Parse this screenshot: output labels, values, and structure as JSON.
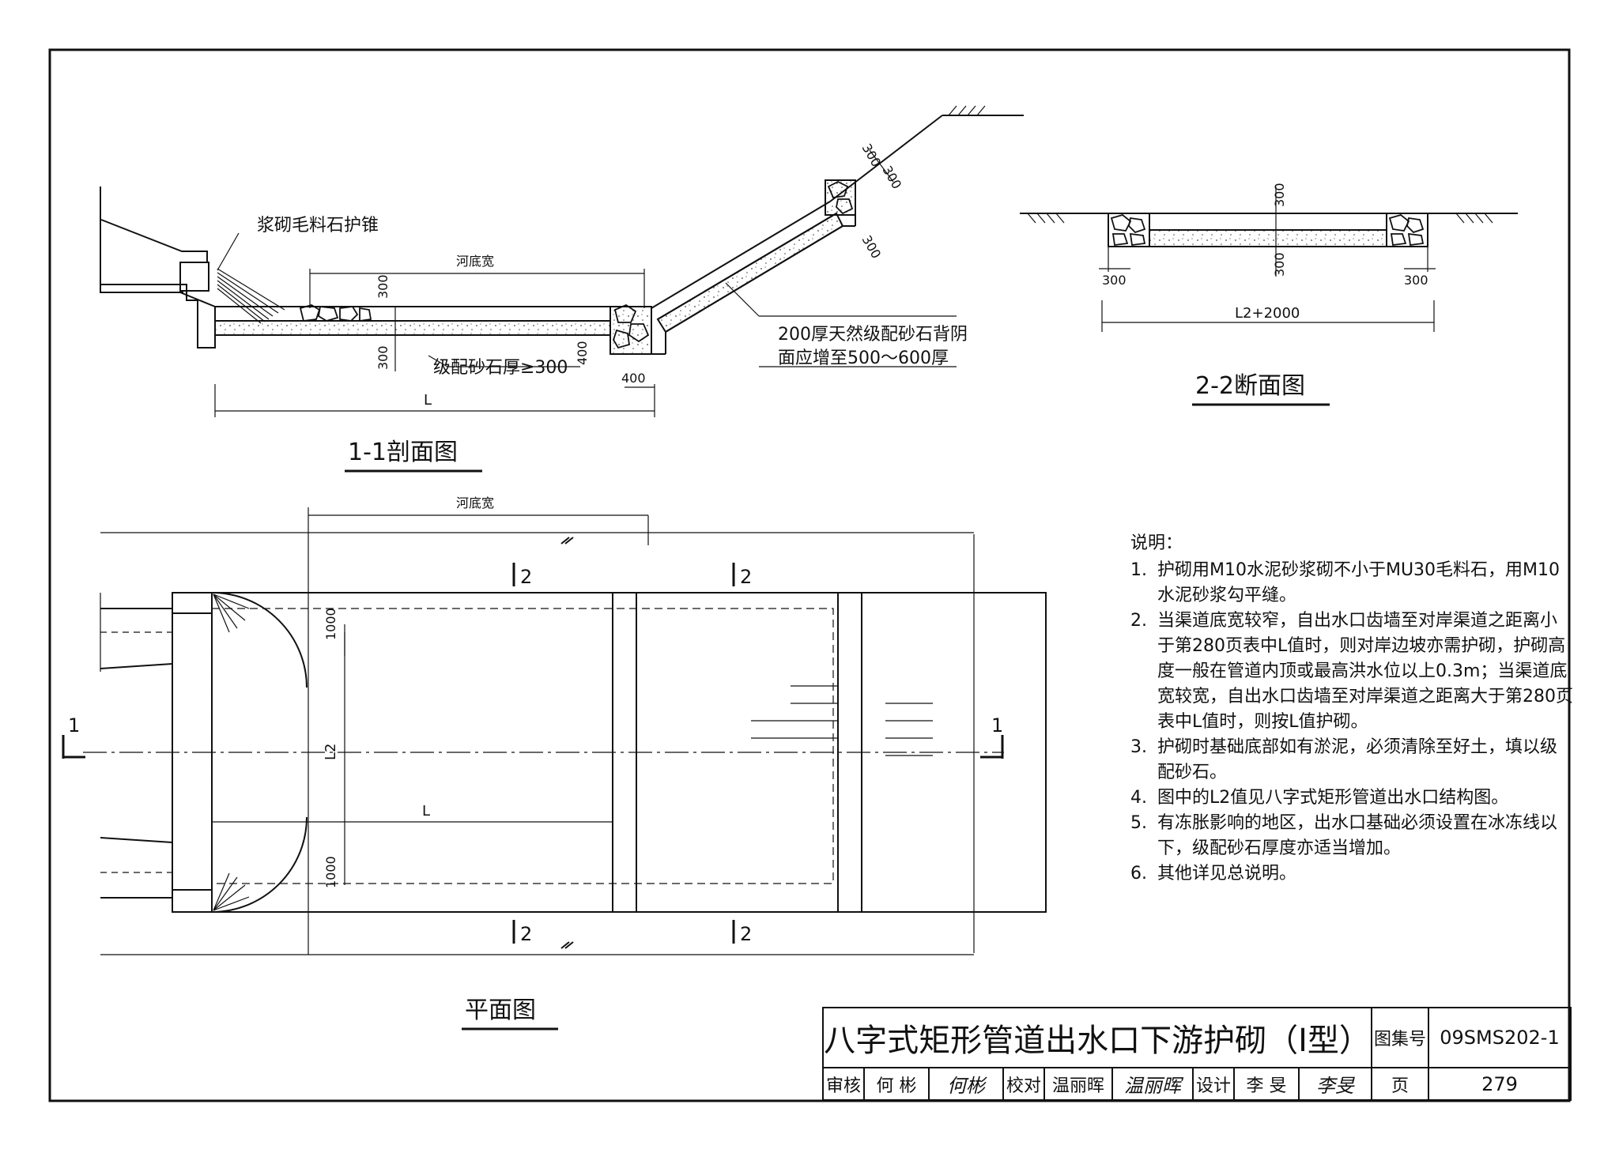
{
  "section_1_1": {
    "title": "1-1剖面图",
    "label_cone": "浆砌毛料石护锥",
    "label_riverbed": "河底宽",
    "dim_300_a": "300",
    "dim_300_b": "300",
    "label_gravel": "级配砂石厚≥300",
    "dim_400_a": "400",
    "dim_400_b": "400",
    "dim_L": "L",
    "note_line1": "200厚天然级配砂石背阴",
    "note_line2": "面应增至500～600厚",
    "dim_slope_300_a": "300",
    "dim_slope_300_b": "300",
    "dim_slope_300_c": "300"
  },
  "section_2_2": {
    "title": "2-2断面图",
    "dim_top": "300",
    "dim_mid": "300",
    "dim_left": "300",
    "dim_right": "300",
    "dim_width": "L2+2000"
  },
  "plan": {
    "title": "平面图",
    "label_riverbed": "河底宽",
    "cut_2_a": "2",
    "cut_2_b": "2",
    "cut_2_c": "2",
    "cut_2_d": "2",
    "cut_1_left": "1",
    "cut_1_right": "1",
    "dim_1000_top": "1000",
    "dim_1000_bottom": "1000",
    "dim_L2": "L2",
    "dim_L": "L"
  },
  "notes": {
    "heading": "说明：",
    "items": [
      {
        "num": "1.",
        "text": "护砌用M10水泥砂浆砌不小于MU30毛料石，用M10水泥砂浆勾平缝。"
      },
      {
        "num": "2.",
        "text": "当渠道底宽较窄，自出水口齿墙至对岸渠道之距离小于第280页表中L值时，则对岸边坡亦需护砌，护砌高度一般在管道内顶或最高洪水位以上0.3m；当渠道底宽较宽，自出水口齿墙至对岸渠道之距离大于第280页表中L值时，则按L值护砌。"
      },
      {
        "num": "3.",
        "text": "护砌时基础底部如有淤泥，必须清除至好土，填以级配砂石。"
      },
      {
        "num": "4.",
        "text": "图中的L2值见八字式矩形管道出水口结构图。"
      },
      {
        "num": "5.",
        "text": "有冻胀影响的地区，出水口基础必须设置在冰冻线以下，级配砂石厚度亦适当增加。"
      },
      {
        "num": "6.",
        "text": "其他详见总说明。"
      }
    ]
  },
  "title_block": {
    "main_title": "八字式矩形管道出水口下游护砌（Ⅰ型）",
    "atlas_label": "图集号",
    "atlas_code": "09SMS202-1",
    "review_label": "审核",
    "review_name": "何 彬",
    "review_sig": "何彬",
    "check_label": "校对",
    "check_name": "温丽晖",
    "check_sig": "温丽晖",
    "design_label": "设计",
    "design_name": "李 旻",
    "design_sig": "李旻",
    "page_label": "页",
    "page_number": "279"
  }
}
